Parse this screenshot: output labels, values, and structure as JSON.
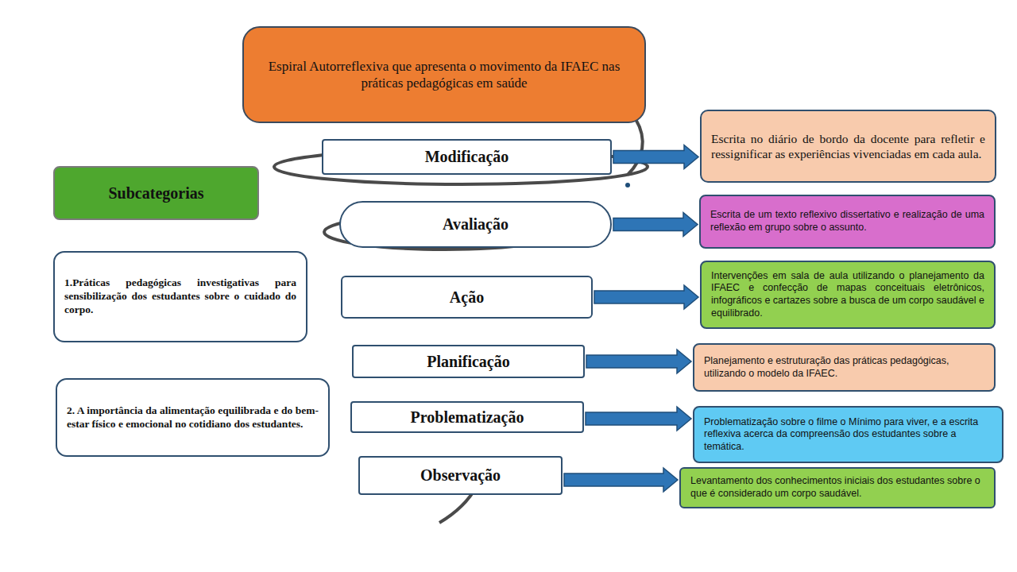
{
  "diagram": {
    "nodes": [
      {
        "text": [
          "Espiral Autorreflexiva que apresenta o movimento da IFAEC nas práticas pedagógicas em saúde"
        ]
      },
      {
        "text": [
          "Modificação"
        ]
      },
      {
        "text": [
          "Escrita no diário de bordo da docente para refletir e ressignificar as experiências vivenciadas em cada aula."
        ]
      },
      {
        "text": [
          "Subcategorias"
        ]
      },
      {
        "text": [
          "Avaliação"
        ]
      },
      {
        "text": [
          "Escrita de um texto reflexivo dissertativo e realização de uma reflexão em grupo sobre o assunto."
        ]
      },
      {
        "text": [
          "1.Práticas pedagógicas investigativas para sensibilização dos estudantes sobre o cuidado do corpo."
        ]
      },
      {
        "text": [
          "Ação"
        ]
      },
      {
        "text": [
          "Intervenções em sala de aula utilizando o planejamento da IFAEC e confecção de mapas conceituais eletrônicos, infográficos e cartazes sobre a busca de um corpo saudável e equilibrado."
        ]
      },
      {
        "text": [
          "Planificação"
        ]
      },
      {
        "text": [
          "Planejamento e estruturação das práticas pedagógicas, utilizando o modelo da IFAEC."
        ]
      },
      {
        "text": [
          "2. A importância da alimentação equilibrada e do bem-estar físico e emocional no cotidiano dos estudantes."
        ]
      },
      {
        "text": [
          "Problematização"
        ]
      },
      {
        "text": [
          "Problematização sobre o filme o Mínimo para viver, e a escrita reflexiva acerca da compreensão dos estudantes sobre a temática."
        ]
      },
      {
        "text": [
          "Observação"
        ]
      },
      {
        "text": [
          "Levantamento dos conhecimentos iniciais dos estudantes sobre o que é considerado um corpo saudável."
        ]
      }
    ],
    "edges": [
      {
        "from": 1,
        "to": 2,
        "arrow": "to"
      },
      {
        "from": 4,
        "to": 5,
        "arrow": "to"
      },
      {
        "from": 7,
        "to": 8,
        "arrow": "to"
      },
      {
        "from": 9,
        "to": 10,
        "arrow": "to"
      },
      {
        "from": 12,
        "to": 13,
        "arrow": "to"
      },
      {
        "from": 14,
        "to": 15,
        "arrow": "to"
      }
    ]
  }
}
